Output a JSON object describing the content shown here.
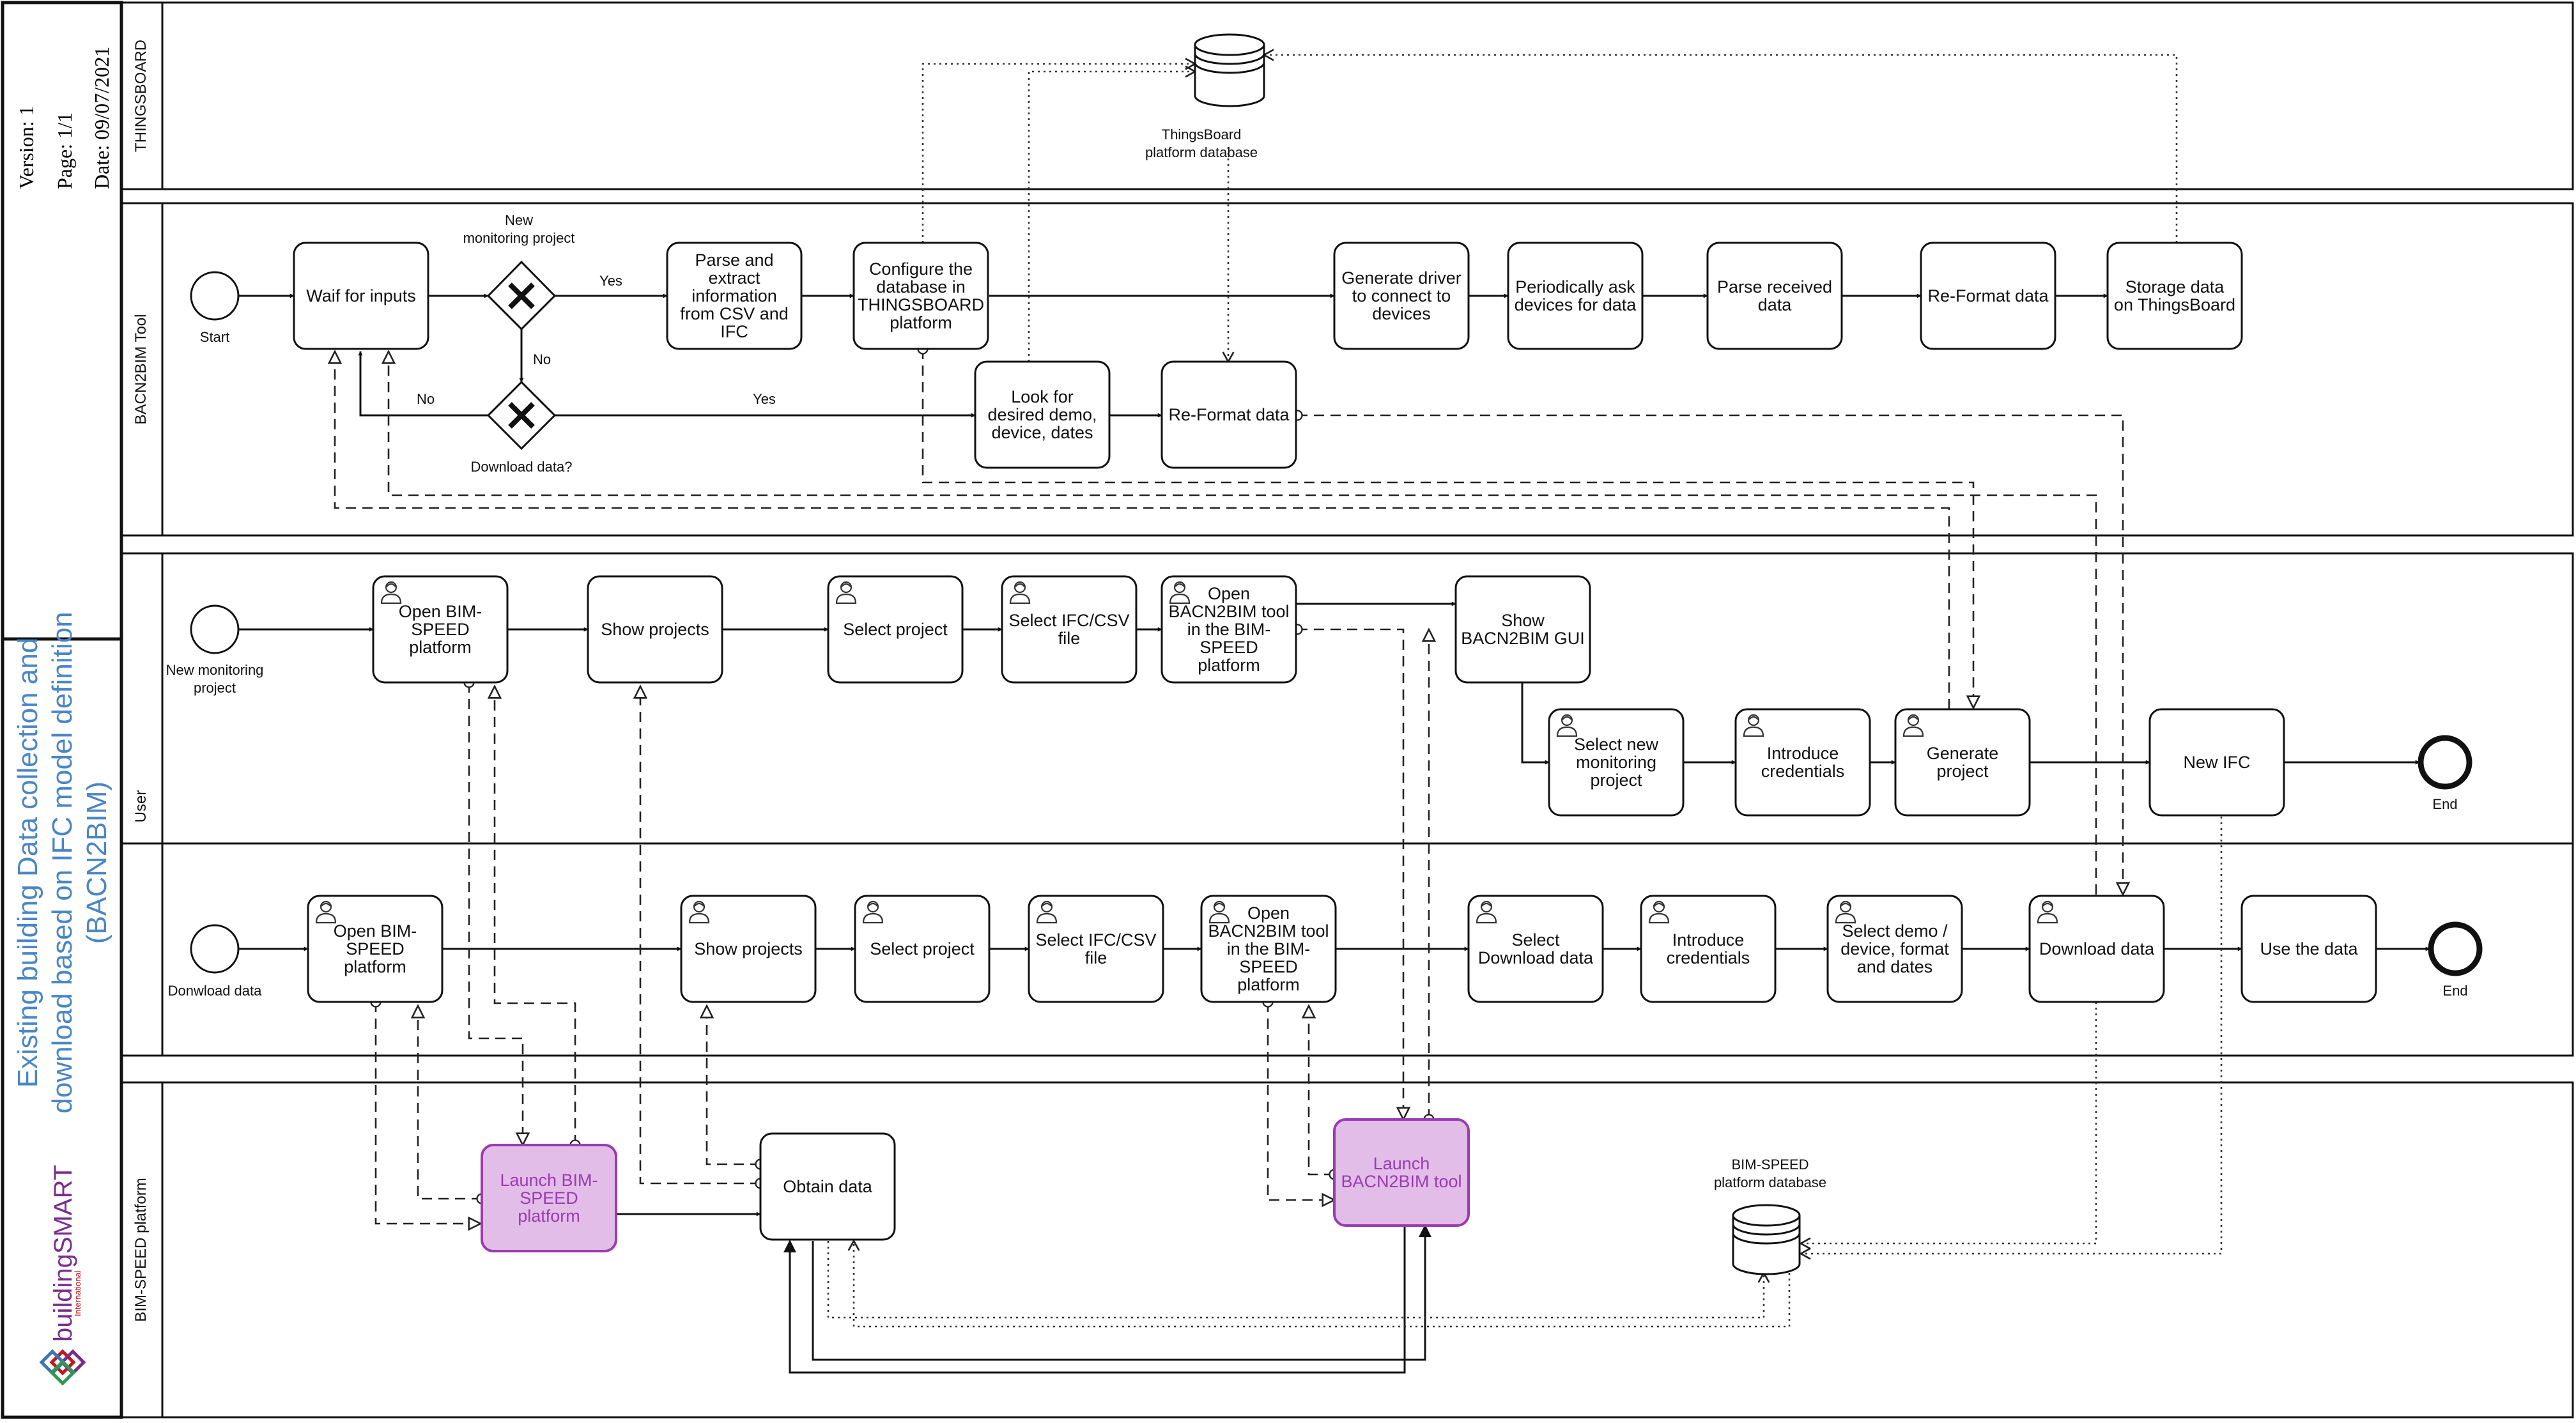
{
  "header": {
    "version": "Version: 1",
    "page": "Page: 1/1",
    "date": "Date: 09/07/2021",
    "title": [
      "Existing building Data collection and",
      "download based on IFC model definition",
      "(BACN2BIM)"
    ],
    "logo_text": "buildingSMART",
    "logo_sub": "International",
    "colors": {
      "title": "#4a86c5",
      "logo_red": "#c4161c",
      "logo_purple": "#7b2d8e"
    }
  },
  "lanes": {
    "thingsboard": "THINGSBOARD",
    "bacn2bim": "BACN2BIM Tool",
    "user": "User",
    "bimspeed": "BIM-SPEED platform"
  },
  "events": {
    "start": "Start",
    "new_monitoring_project": [
      "New monitoring",
      "project"
    ],
    "download_data": "Donwload data",
    "end_user": "End",
    "end_download": "End"
  },
  "gateways": {
    "new_project_label": [
      "New",
      "monitoring project"
    ],
    "download_label": "Download data?",
    "yes": "Yes",
    "no": "No"
  },
  "databases": {
    "thingsboard": [
      "ThingsBoard",
      "platform database"
    ],
    "bimspeed": [
      "BIM-SPEED",
      "platform database"
    ]
  },
  "tasks": {
    "wait": [
      "Waif for inputs"
    ],
    "parse_csv": [
      "Parse and",
      "extract",
      "information",
      "from CSV and",
      "IFC"
    ],
    "configure_db": [
      "Configure the",
      "database in",
      "THINGSBOARD",
      "platform"
    ],
    "gen_driver": [
      "Generate driver",
      "to connect to",
      "devices"
    ],
    "ask_devices": [
      "Periodically ask",
      "devices for data"
    ],
    "parse_received": [
      "Parse received",
      "data"
    ],
    "reformat_top": [
      "Re-Format data"
    ],
    "storage": [
      "Storage data",
      "on ThingsBoard"
    ],
    "look_for": [
      "Look for",
      "desired demo,",
      "device, dates"
    ],
    "reformat_bot": [
      "Re-Format data"
    ],
    "u_open_bim": [
      "Open BIM-",
      "SPEED",
      "platform"
    ],
    "u_show_projects": [
      "Show projects"
    ],
    "u_select_project": [
      "Select project"
    ],
    "u_select_ifc": [
      "Select IFC/CSV",
      "file"
    ],
    "u_open_bacn": [
      "Open",
      "BACN2BIM tool",
      "in the BIM-",
      "SPEED",
      "platform"
    ],
    "u_show_gui": [
      "Show",
      "BACN2BIM GUI"
    ],
    "u_select_new": [
      "Select new",
      "monitoring",
      "project"
    ],
    "u_credentials": [
      "Introduce",
      "credentials"
    ],
    "u_generate": [
      "Generate",
      "project"
    ],
    "u_new_ifc": [
      "New IFC"
    ],
    "d_open_bim": [
      "Open BIM-",
      "SPEED",
      "platform"
    ],
    "d_show_projects": [
      "Show projects"
    ],
    "d_select_project": [
      "Select project"
    ],
    "d_select_ifc": [
      "Select IFC/CSV",
      "file"
    ],
    "d_open_bacn": [
      "Open",
      "BACN2BIM tool",
      "in the BIM-",
      "SPEED",
      "platform"
    ],
    "d_select_download": [
      "Select",
      "Download data"
    ],
    "d_credentials": [
      "Introduce",
      "credentials"
    ],
    "d_select_demo": [
      "Select demo /",
      "device, format",
      "and dates"
    ],
    "d_download": [
      "Download data"
    ],
    "d_use": [
      "Use the data"
    ],
    "launch_bim": [
      "Launch BIM-",
      "SPEED",
      "platform"
    ],
    "obtain": [
      "Obtain data"
    ],
    "launch_bacn": [
      "Launch",
      "BACN2BIM tool"
    ]
  }
}
